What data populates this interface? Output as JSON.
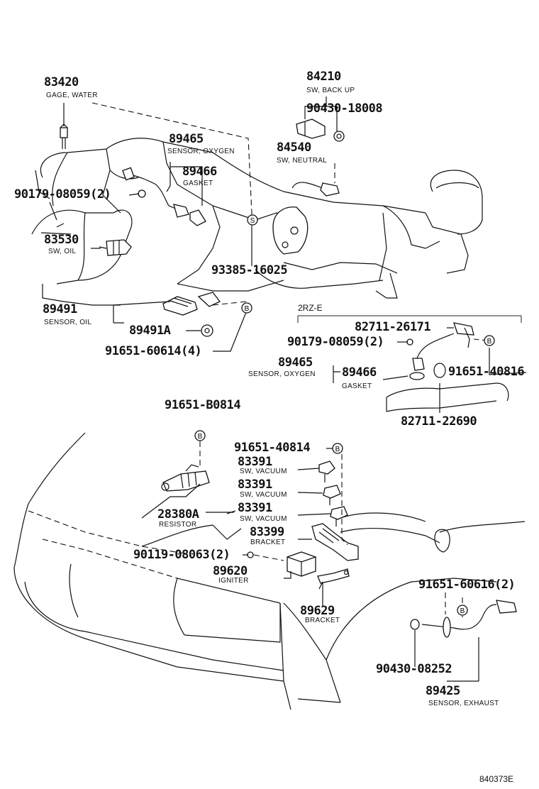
{
  "labels": {
    "p83420": "83420",
    "n83420": "GAGE, WATER",
    "p84210": "84210",
    "n84210": "SW, BACK UP",
    "p90430_18008": "90430-18008",
    "p89465a": "89465",
    "n89465a": "SENSOR, OXYGEN",
    "p84540": "84540",
    "n84540": "SW, NEUTRAL",
    "p89466a": "89466",
    "n89466a": "GASKET",
    "p90179a": "90179-08059(2)",
    "p83530": "83530",
    "n83530": "SW, OIL",
    "p93385": "93385-16025",
    "p89491": "89491",
    "n89491": "SENSOR, OIL",
    "p89491A": "89491A",
    "p91651_60614": "91651-60614(4)",
    "engine2": "2RZ-E",
    "p82711_26171": "82711-26171",
    "p90179b": "90179-08059(2)",
    "p89465b": "89465",
    "n89465b": "SENSOR, OXYGEN",
    "p89466b": "89466",
    "n89466b": "GASKET",
    "p91651_40816": "91651-40816",
    "p82711_22690": "82711-22690",
    "p91651_B0814": "91651-B0814",
    "p91651_40814": "91651-40814",
    "p83391a": "83391",
    "n83391a": "SW, VACUUM",
    "p83391b": "83391",
    "n83391b": "SW, VACUUM",
    "p28380A": "28380A",
    "n28380A": "RESISTOR",
    "p83391c": "83391",
    "n83391c": "SW, VACUUM",
    "p83399": "83399",
    "n83399": "BRACKET",
    "p90119": "90119-08063(2)",
    "p89620": "89620",
    "n89620": "IGNITER",
    "p89629": "89629",
    "n89629": "BRACKET",
    "p91651_60616": "91651-60616(2)",
    "p90430_08252": "90430-08252",
    "p89425": "89425",
    "n89425": "SENSOR, EXHAUST",
    "diagram_code": "840373E"
  },
  "markers": {
    "s": "S",
    "b": "B"
  }
}
